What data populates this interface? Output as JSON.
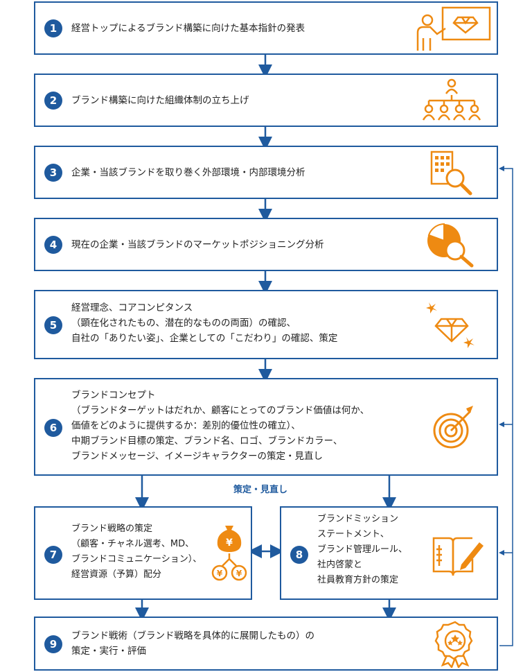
{
  "steps": [
    {
      "num": "1",
      "lines": [
        "経営トップによるブランド構築に向けた基本指針の発表"
      ]
    },
    {
      "num": "2",
      "lines": [
        "ブランド構築に向けた組織体制の立ち上げ"
      ]
    },
    {
      "num": "3",
      "lines": [
        "企業・当該ブランドを取り巻く外部環境・内部環境分析"
      ]
    },
    {
      "num": "4",
      "lines": [
        "現在の企業・当該ブランドのマーケットポジショニング分析"
      ]
    },
    {
      "num": "5",
      "lines": [
        "経営理念、コアコンピタンス",
        "（顕在化されたもの、潜在的なものの両面）の確認、",
        "自社の「ありたい姿」、企業としての「こだわり」の確認、策定"
      ]
    },
    {
      "num": "6",
      "lines": [
        "ブランドコンセプト",
        "（ブランドターゲットはだれか、顧客にとってのブランド価値は何か、",
        "価値をどのように提供するか：差別的優位性の確立）、",
        "中期ブランド目標の策定、ブランド名、ロゴ、ブランドカラー、",
        "ブランドメッセージ、イメージキャラクターの策定・見直し"
      ]
    },
    {
      "num": "7",
      "lines": [
        "ブランド戦略の策定",
        "（顧客・チャネル選考、MD、",
        "ブランドコミュニケーション）、",
        "経営資源（予算）配分"
      ]
    },
    {
      "num": "8",
      "lines": [
        "ブランドミッション",
        "ステートメント、",
        "ブランド管理ルール、",
        "社内啓蒙と",
        "社員教育方針の策定"
      ]
    },
    {
      "num": "9",
      "lines": [
        "ブランド戦術（ブランド戦略を具体的に展開したもの）の",
        "策定・実行・評価"
      ]
    }
  ],
  "branch_label": "策定・見直し",
  "colors": {
    "blue": "#1f5a9e",
    "orange": "#ee8a12"
  }
}
